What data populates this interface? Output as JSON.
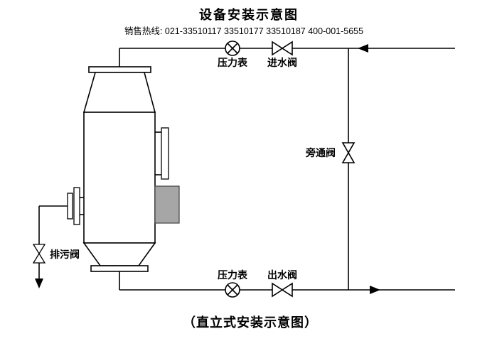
{
  "title": "设备安装示意图",
  "hotline": "销售热线: 021-33510117 33510177 33510187 400-001-5655",
  "caption": "（直立式安装示意图）",
  "labels": {
    "pressure_gauge_top": "压力表",
    "inlet_valve": "进水阀",
    "bypass_valve": "旁通阀",
    "pressure_gauge_bottom": "压力表",
    "outlet_valve": "出水阀",
    "drain_valve": "排污阀"
  },
  "colors": {
    "line": "#000000",
    "control_box_fill": "#a6a6a6",
    "background": "#ffffff"
  }
}
